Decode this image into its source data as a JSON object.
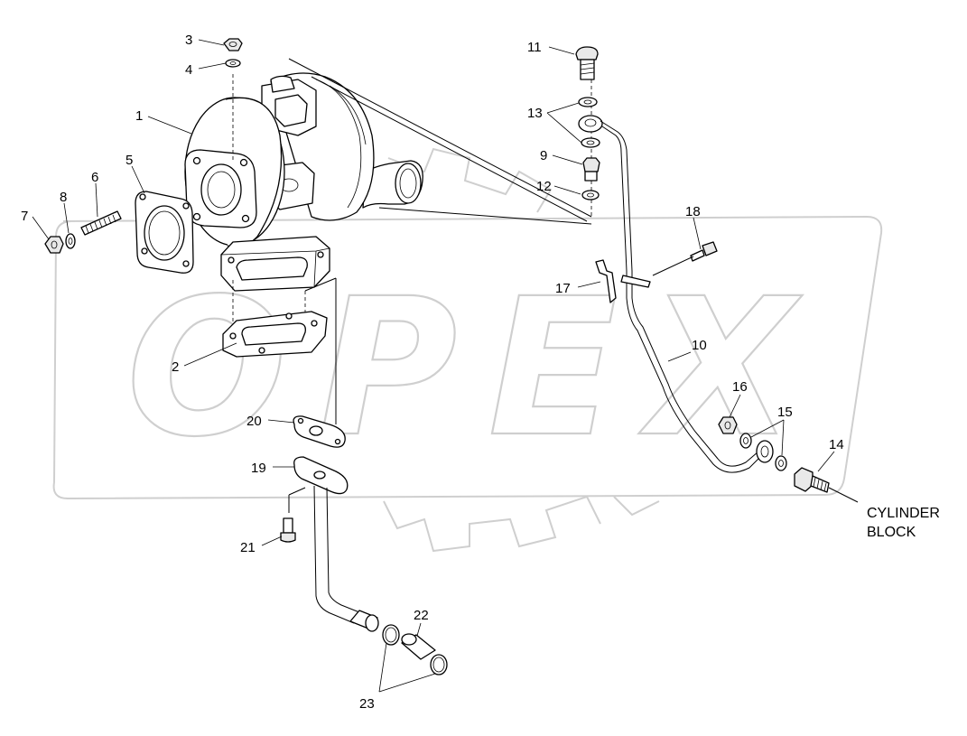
{
  "watermark": {
    "text": "OPEX",
    "color": "#d8d8d8"
  },
  "callouts": {
    "c1": "1",
    "c2": "2",
    "c3": "3",
    "c4": "4",
    "c5": "5",
    "c6": "6",
    "c7": "7",
    "c8": "8",
    "c9": "9",
    "c10": "10",
    "c11": "11",
    "c12": "12",
    "c13": "13",
    "c14": "14",
    "c15": "15",
    "c16": "16",
    "c17": "17",
    "c18": "18",
    "c19": "19",
    "c20": "20",
    "c21": "21",
    "c22": "22",
    "c23": "23"
  },
  "annotation": {
    "line1": "CYLINDER",
    "line2": "BLOCK"
  }
}
